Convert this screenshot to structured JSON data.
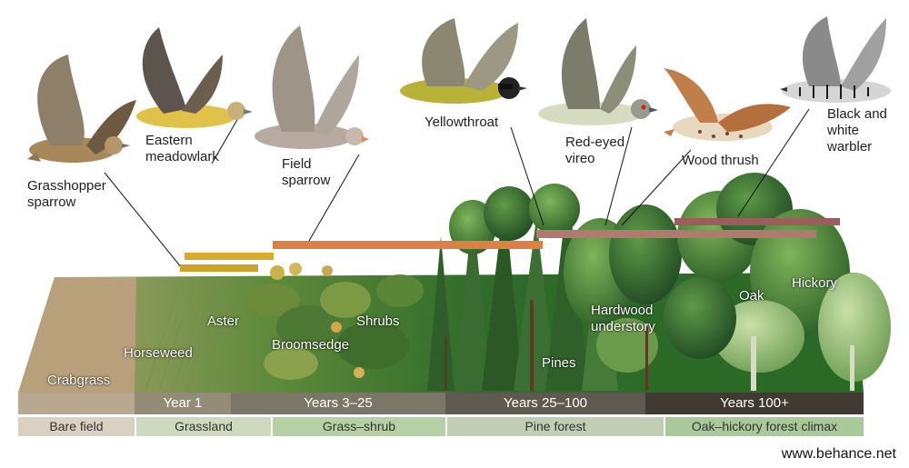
{
  "birds": {
    "grasshopper_sparrow": "Grasshopper\nsparrow",
    "eastern_meadowlark": "Eastern\nmeadowlark",
    "field_sparrow": "Field\nsparrow",
    "yellowthroat": "Yellowthroat",
    "red_eyed_vireo": "Red-eyed\nvireo",
    "wood_thrush": "Wood thrush",
    "black_and_white_warbler": "Black and\nwhite\nwarbler"
  },
  "vegetation": {
    "crabgrass": "Crabgrass",
    "horseweed": "Horseweed",
    "aster": "Aster",
    "broomsedge": "Broomsedge",
    "shrubs": "Shrubs",
    "pines": "Pines",
    "hardwood_understory": "Hardwood\nunderstory",
    "oak": "Oak",
    "hickory": "Hickory"
  },
  "timeline": [
    "Year 1",
    "Years 3–25",
    "Years 25–100",
    "Years 100+"
  ],
  "stages": [
    "Bare field",
    "Grassland",
    "Grass–shrub",
    "Pine forest",
    "Oak–hickory forest climax"
  ],
  "colors": {
    "grassland_bars": "#d6a92a",
    "field_sparrow_bar": "#dc8046",
    "forest_bird_bar": "#b07a6e",
    "warbler_bar": "#9b5e5c"
  },
  "credit": "www.behance.net"
}
